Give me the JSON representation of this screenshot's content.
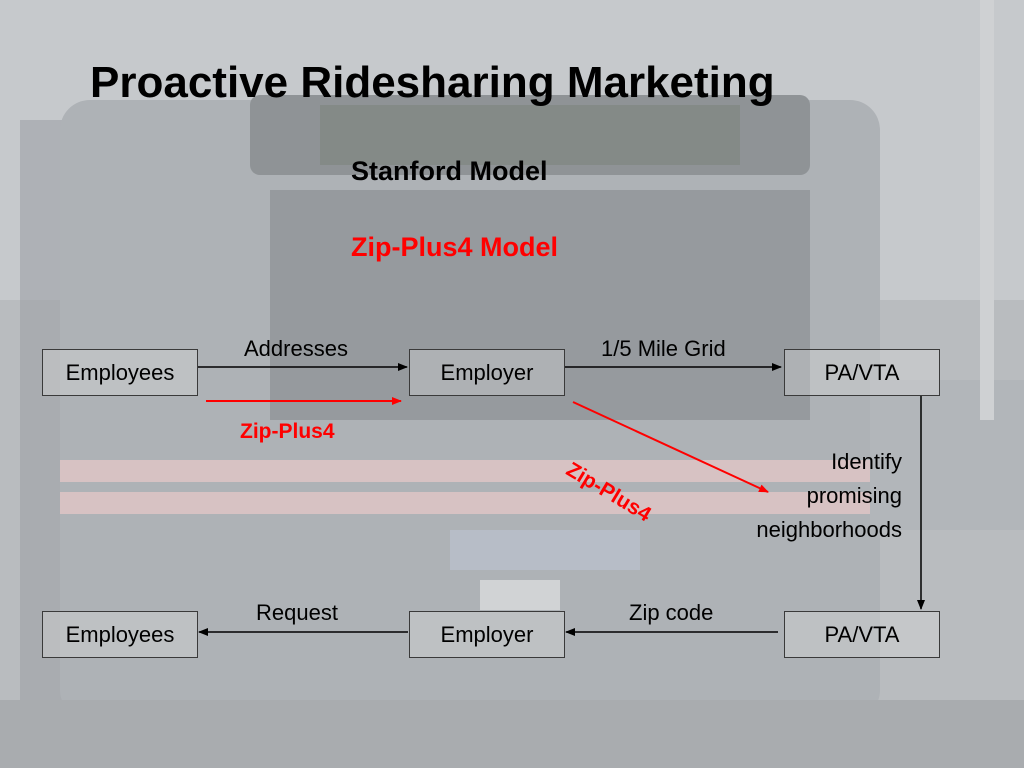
{
  "slide": {
    "title": "Proactive Ridesharing Marketing",
    "subtitle_1": "Stanford Model",
    "subtitle_2": "Zip-Plus4 Model",
    "subtitle_2_color": "#ff0000"
  },
  "diagram": {
    "nodes": {
      "employees_top": "Employees",
      "employer_top": "Employer",
      "pavta_top": "PA/VTA",
      "employees_bottom": "Employees",
      "employer_bottom": "Employer",
      "pavta_bottom": "PA/VTA"
    },
    "edge_labels": {
      "addresses": "Addresses",
      "mile_grid": "1/5 Mile Grid",
      "zip_plus4_a": "Zip-Plus4",
      "zip_plus4_b": "Zip-Plus4",
      "request": "Request",
      "zip_code": "Zip code"
    },
    "annotation": "Identify\npromising\nneighborhoods",
    "colors": {
      "arrow": "#000000",
      "highlight": "#ff0000"
    }
  }
}
